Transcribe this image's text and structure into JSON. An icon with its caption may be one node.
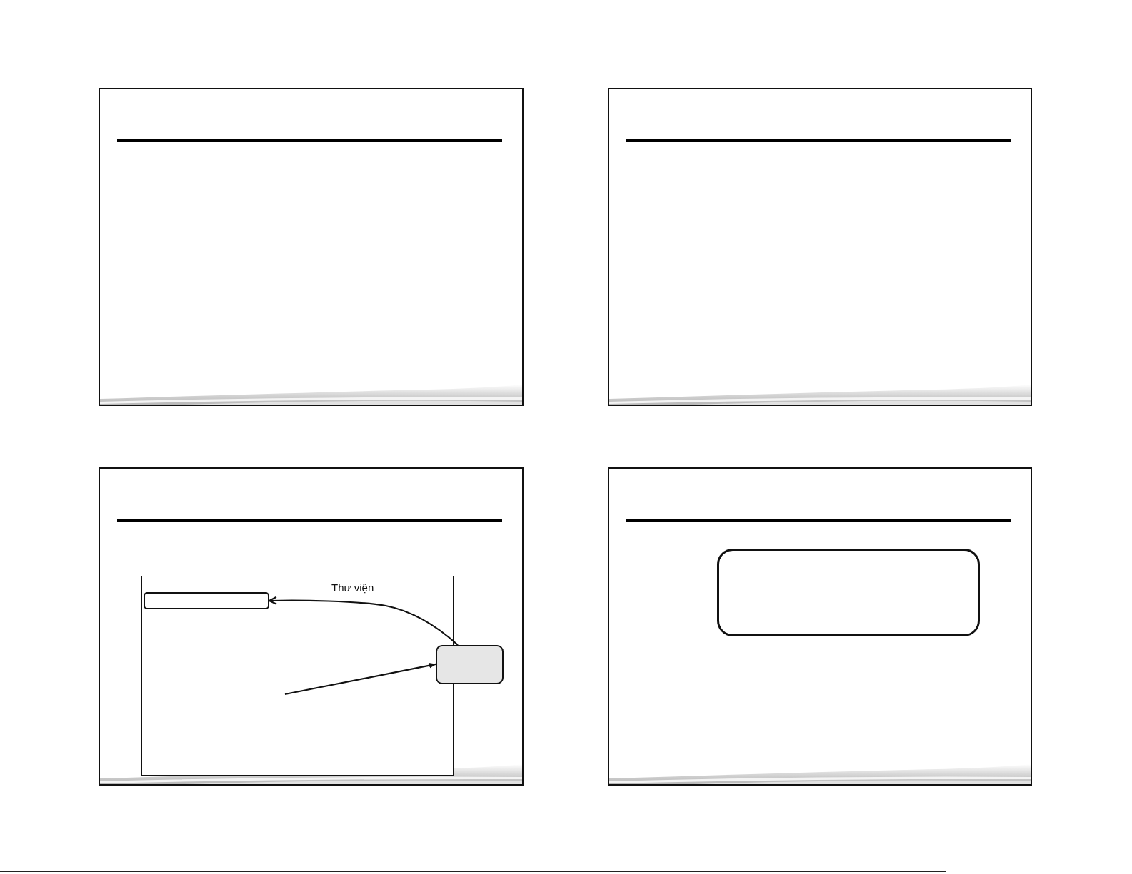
{
  "diagram": {
    "nodes": [
      {
        "text": [],
        "shape": "box"
      },
      {
        "text": [],
        "shape": "box"
      },
      {
        "text": [],
        "shape": "box"
      }
    ],
    "edges": [
      {
        "from": 1,
        "to": 0,
        "arrow": "to",
        "label": "Thư viện"
      },
      {
        "from": null,
        "to": 1,
        "arrow": "to"
      }
    ]
  }
}
